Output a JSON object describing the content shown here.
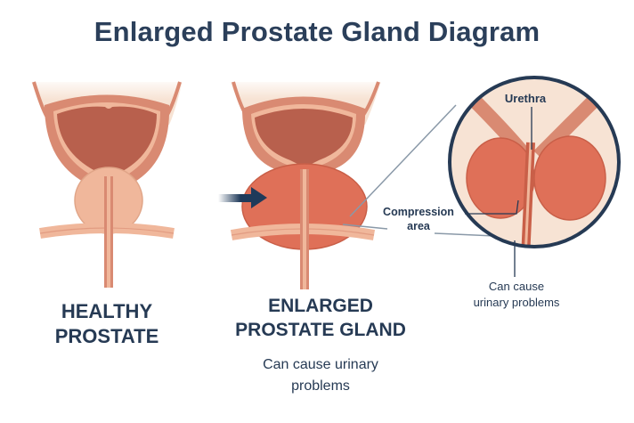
{
  "title": "Enlarged Prostate Gland Diagram",
  "panels": {
    "healthy": {
      "label_line1": "HEALTHY",
      "label_line2": "PROSTATE"
    },
    "enlarged": {
      "label_line1": "ENLARGED",
      "label_line2": "PROSTATE GLAND",
      "subtitle_line1": "Can cause urinary",
      "subtitle_line2": "problems",
      "indicator": "arrow-right-icon"
    },
    "zoom_inset": {
      "callouts": {
        "urethra": "Urethra",
        "compression_line1": "Compression",
        "compression_line2": "area",
        "cause_line1": "Can cause",
        "cause_line2": "urinary problems"
      }
    }
  },
  "colors": {
    "title_text": "#2b3f5a",
    "bladder_wall": "#d98a72",
    "bladder_inner": "#b8604d",
    "healthy_prostate": "#f0b79b",
    "enlarged_prostate": "#df7058",
    "skin_background": "#f7e3d4",
    "inset_border": "#263a54",
    "arrow": "#1f3a5a"
  }
}
